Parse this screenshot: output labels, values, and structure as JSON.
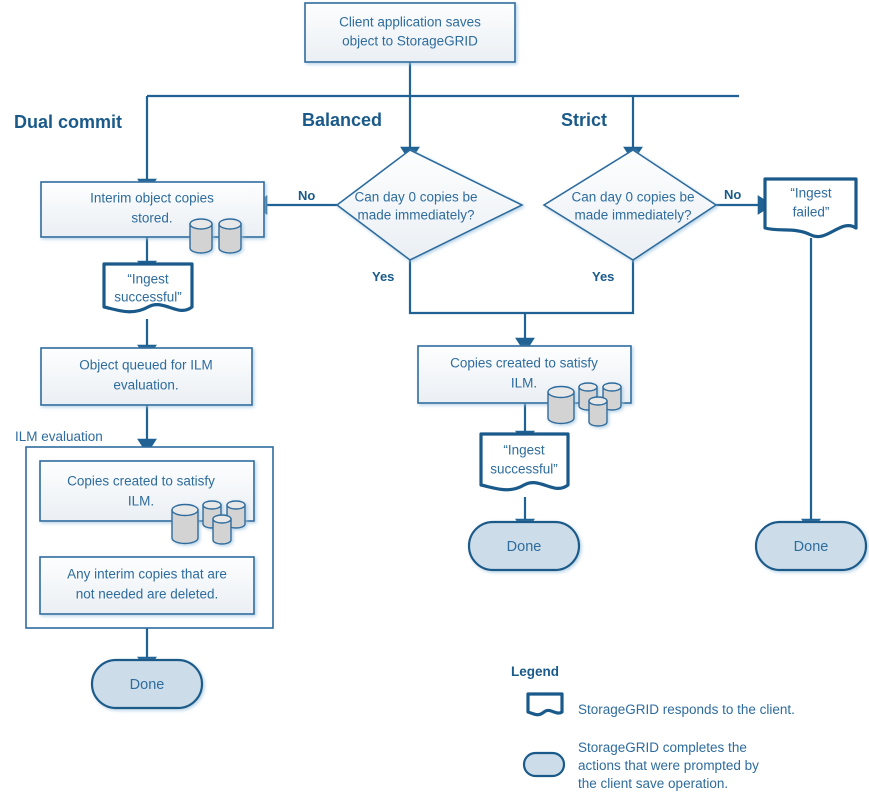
{
  "diagram": {
    "title": "StorageGRID ingest behavior flowchart",
    "colors": {
      "line": "#1F6293",
      "text": "#2E6C9E",
      "heading": "#1A5A8A",
      "terminator_fill": "#CCDDE9",
      "cylinder_fill": "#D3D3D3",
      "box_fill": "#F7F9FB"
    },
    "start": {
      "label_line1": "Client application saves",
      "label_line2": "object to StorageGRID"
    },
    "branches": [
      {
        "key": "dual-commit",
        "title": "Dual commit"
      },
      {
        "key": "balanced",
        "title": "Balanced"
      },
      {
        "key": "strict",
        "title": "Strict"
      }
    ],
    "dual_commit": {
      "interim_box_line1": "Interim object copies",
      "interim_box_line2": "stored.",
      "ingest_success_line1": "“Ingest",
      "ingest_success_line2": "successful”",
      "queued_box_line1": "Object queued for ILM",
      "queued_box_line2": "evaluation.",
      "group_label": "ILM evaluation",
      "copies_box_line1": "Copies created to satisfy",
      "copies_box_line2": "ILM.",
      "interim_deleted_line1": "Any interim copies that are",
      "interim_deleted_line2": "not needed are deleted.",
      "done_label": "Done"
    },
    "balanced": {
      "decision_line1": "Can  day 0 copies be",
      "decision_line2": "made immediately?",
      "yes_label": "Yes",
      "no_label": "No",
      "copies_box_line1": "Copies created to satisfy",
      "copies_box_line2": "ILM.",
      "ingest_success_line1": "“Ingest",
      "ingest_success_line2": "successful”",
      "done_label": "Done"
    },
    "strict": {
      "decision_line1": "Can  day 0 copies be",
      "decision_line2": "made immediately?",
      "yes_label": "Yes",
      "no_label": "No",
      "ingest_failed_line1": "“Ingest",
      "ingest_failed_line2": "failed”",
      "done_label": "Done"
    },
    "legend": {
      "title": "Legend",
      "items": [
        {
          "shape": "document",
          "lines": [
            "StorageGRID responds to the client."
          ]
        },
        {
          "shape": "terminator",
          "lines": [
            "StorageGRID completes the",
            "actions that were prompted by",
            "the client save operation."
          ]
        }
      ]
    }
  }
}
